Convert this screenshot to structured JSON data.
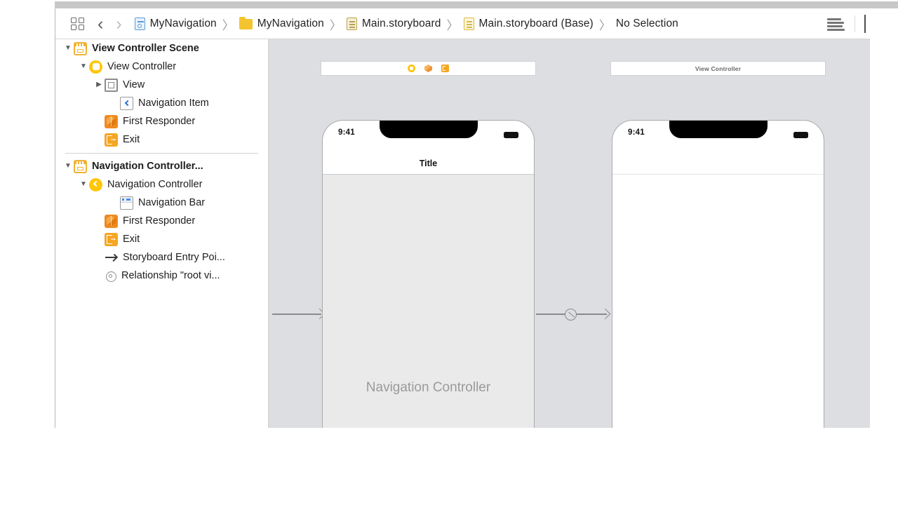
{
  "jumpbar": {
    "grid_icon": "grid-icon",
    "back_icon": "chevron-left-icon",
    "forward_icon": "chevron-right-icon",
    "separator": "〉",
    "crumbs": [
      {
        "icon": "project-document-icon",
        "label": "MyNavigation"
      },
      {
        "icon": "folder-icon",
        "label": "MyNavigation"
      },
      {
        "icon": "storyboard-document-icon",
        "label": "Main.storyboard"
      },
      {
        "icon": "storyboard-base-document-icon",
        "label": "Main.storyboard (Base)"
      },
      {
        "icon": "none",
        "label": "No Selection"
      }
    ],
    "align_icon": "align-left-icon"
  },
  "outline": {
    "groups": [
      {
        "name": "view-controller-scene",
        "rows": [
          {
            "indent": 0,
            "disclosure": "▼",
            "icon": "scene-icon",
            "label": "View Controller Scene",
            "bold": true
          },
          {
            "indent": 1,
            "disclosure": "▼",
            "icon": "view-controller-icon",
            "label": "View Controller",
            "bold": false
          },
          {
            "indent": 2,
            "disclosure": "▶",
            "icon": "view-icon",
            "label": "View",
            "bold": false
          },
          {
            "indent": 3,
            "disclosure": "",
            "icon": "navigation-item-icon",
            "label": "Navigation Item",
            "bold": false
          },
          {
            "indent": 2,
            "disclosure": "",
            "icon": "first-responder-icon",
            "label": "First Responder",
            "bold": false
          },
          {
            "indent": 2,
            "disclosure": "",
            "icon": "exit-icon",
            "label": "Exit",
            "bold": false
          }
        ]
      },
      {
        "name": "navigation-controller-scene",
        "rows": [
          {
            "indent": 0,
            "disclosure": "▼",
            "icon": "scene-icon",
            "label": "Navigation Controller...",
            "bold": true
          },
          {
            "indent": 1,
            "disclosure": "▼",
            "icon": "navigation-controller-icon",
            "label": "Navigation Controller",
            "bold": false
          },
          {
            "indent": 3,
            "disclosure": "",
            "icon": "navigation-bar-icon",
            "label": "Navigation Bar",
            "bold": false
          },
          {
            "indent": 2,
            "disclosure": "",
            "icon": "first-responder-icon",
            "label": "First Responder",
            "bold": false
          },
          {
            "indent": 2,
            "disclosure": "",
            "icon": "exit-icon",
            "label": "Exit",
            "bold": false
          },
          {
            "indent": 2,
            "disclosure": "",
            "icon": "entry-point-arrow-icon",
            "label": "Storyboard Entry Poi...",
            "bold": false
          },
          {
            "indent": 2,
            "disclosure": "",
            "icon": "relationship-icon",
            "label": "Relationship \"root vi...",
            "bold": false
          }
        ]
      }
    ]
  },
  "canvas": {
    "background": "#dcdee1",
    "scenes": [
      {
        "name": "navigation-controller-scene-canvas",
        "title_icons": [
          "view-controller-icon",
          "first-responder-icon",
          "exit-icon"
        ],
        "title_label": "",
        "status_time": "9:41",
        "navbar_title": "Title",
        "body_label": "Navigation Controller"
      },
      {
        "name": "view-controller-scene-canvas",
        "title_icons": [],
        "title_label": "View Controller",
        "status_time": "9:41",
        "navbar_title": "",
        "body_label": ""
      }
    ],
    "segues": [
      {
        "name": "storyboard-entry-point-arrow",
        "badge": false
      },
      {
        "name": "root-view-controller-relationship-arrow",
        "badge": true
      }
    ]
  }
}
